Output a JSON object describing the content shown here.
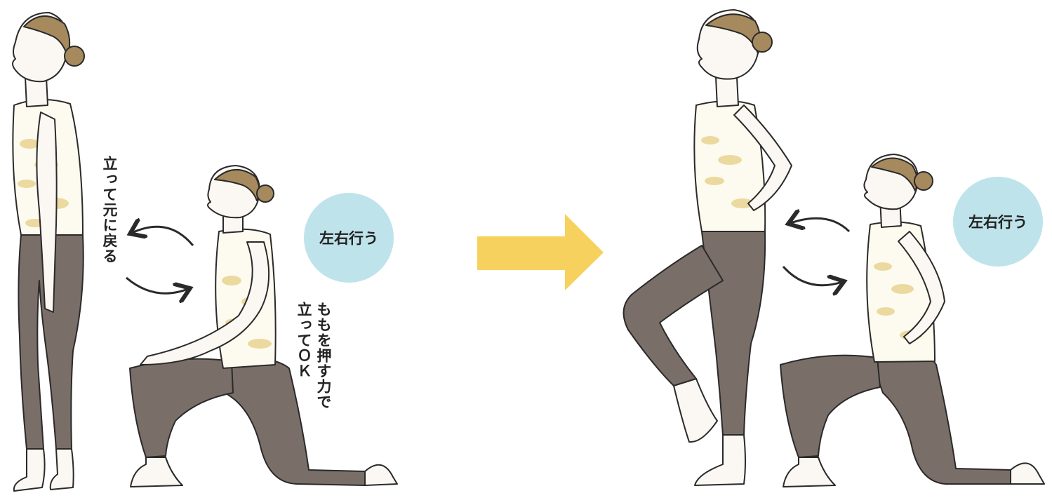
{
  "colors": {
    "leggings": "#7a6e68",
    "leggings_dark": "#5f5550",
    "skin": "#fbf7f2",
    "outline": "#2a2a2a",
    "hair": "#a68a5e",
    "top": "#fdfbef",
    "top_pattern": "#ecd9a0",
    "badge": "#bfe3ea",
    "main_arrow": "#f7d15d"
  },
  "labels": {
    "stand_return": "立って元に戻る",
    "push_thigh_col1": "ももを押す力で",
    "push_thigh_col2": "立ってＯＫ",
    "badge_left": "左右行う",
    "badge_right": "左右行う"
  },
  "icons": {
    "cycle_arrows": "curved-arrows-icon",
    "main_arrow": "right-arrow-icon"
  }
}
